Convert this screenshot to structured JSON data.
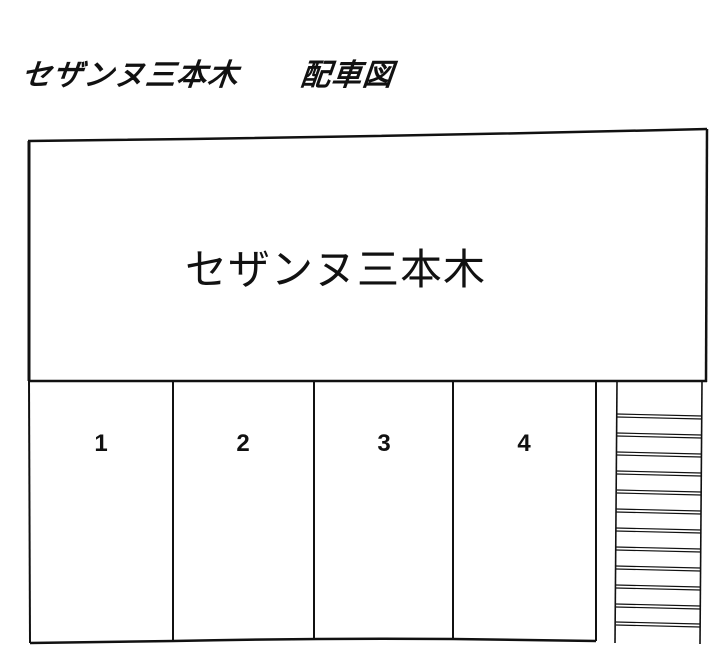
{
  "header": {
    "title": "セザンヌ三本木　　配車図"
  },
  "building": {
    "name": "セザンヌ三本木"
  },
  "parking": {
    "stalls": [
      {
        "number": "1"
      },
      {
        "number": "2"
      },
      {
        "number": "3"
      },
      {
        "number": "4"
      }
    ]
  },
  "staircase": {
    "rung_count": 12
  },
  "colors": {
    "line": "#111111",
    "background": "#ffffff"
  }
}
